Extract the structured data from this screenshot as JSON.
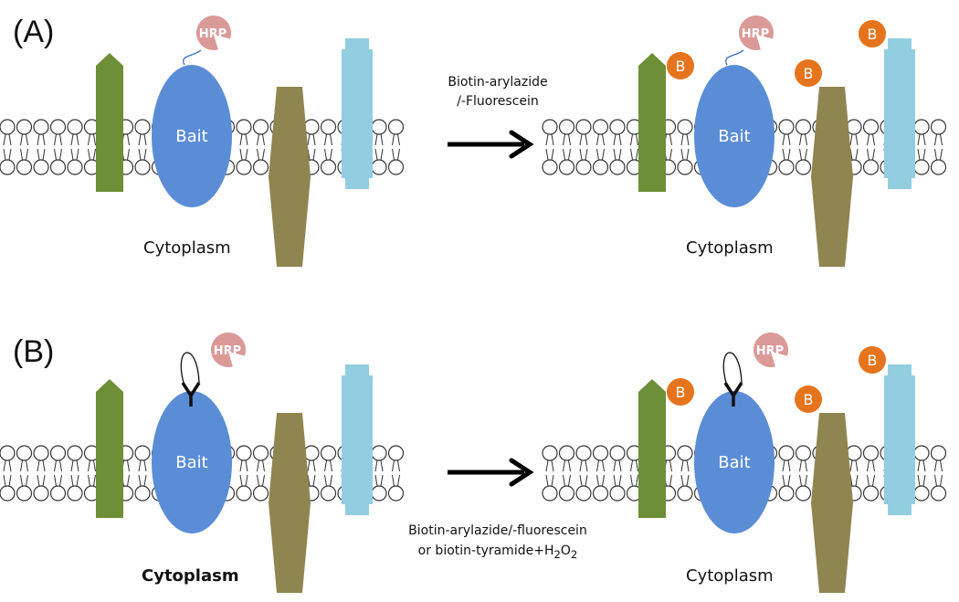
{
  "panels": [
    {
      "label": "(A)",
      "bait_label": "Bait",
      "enzyme_label": "HRP",
      "reagent_lines": [
        "Biotin-arylazide",
        "/-Fluorescein"
      ],
      "cytoplasm_left": "Cytoplasm",
      "cytoplasm_right": "Cytoplasm",
      "cytoplasm_left_bold": false,
      "biotin_label": "B",
      "linker": "direct"
    },
    {
      "label": "(B)",
      "bait_label": "Bait",
      "enzyme_label": "HRP",
      "reagent_line1": "Biotin-arylazide/-fluorescein",
      "reagent_line2_prefix": "or biotin-tyramide+H",
      "reagent_sub1": "2",
      "reagent_mid": "O",
      "reagent_sub2": "2",
      "cytoplasm_left": "Cytoplasm",
      "cytoplasm_right": "Cytoplasm",
      "cytoplasm_left_bold": true,
      "biotin_label": "B",
      "linker": "antibody"
    }
  ],
  "colors": {
    "bait": "#5b8dd6",
    "green_protein": "#6e8e38",
    "olive_protein": "#8f8550",
    "cyan_protein": "#92cde0",
    "hrp": "#d99a98",
    "biotin": "#e5741c",
    "membrane": "#333333",
    "arrow": "#000000"
  }
}
